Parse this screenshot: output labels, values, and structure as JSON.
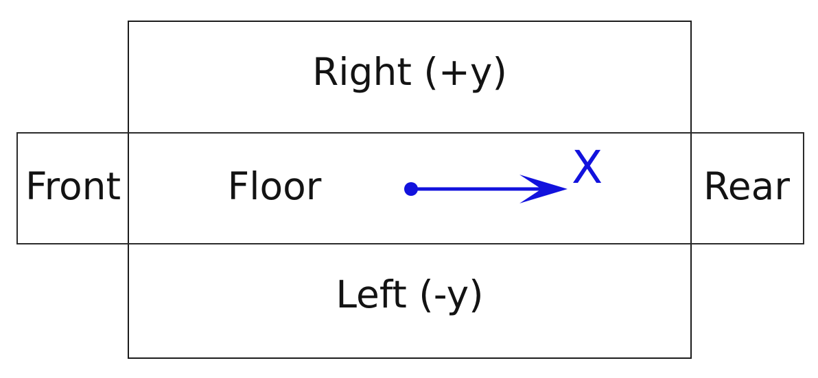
{
  "colors": {
    "background": "#ffffff",
    "outline": "#1b1b1b",
    "text": "#131313",
    "arrow_blue": "#1212dd"
  },
  "labels": {
    "right": "Right (+y)",
    "front": "Front",
    "floor": "Floor",
    "rear": "Rear",
    "left": "Left (-y)",
    "axis_x": "X"
  }
}
